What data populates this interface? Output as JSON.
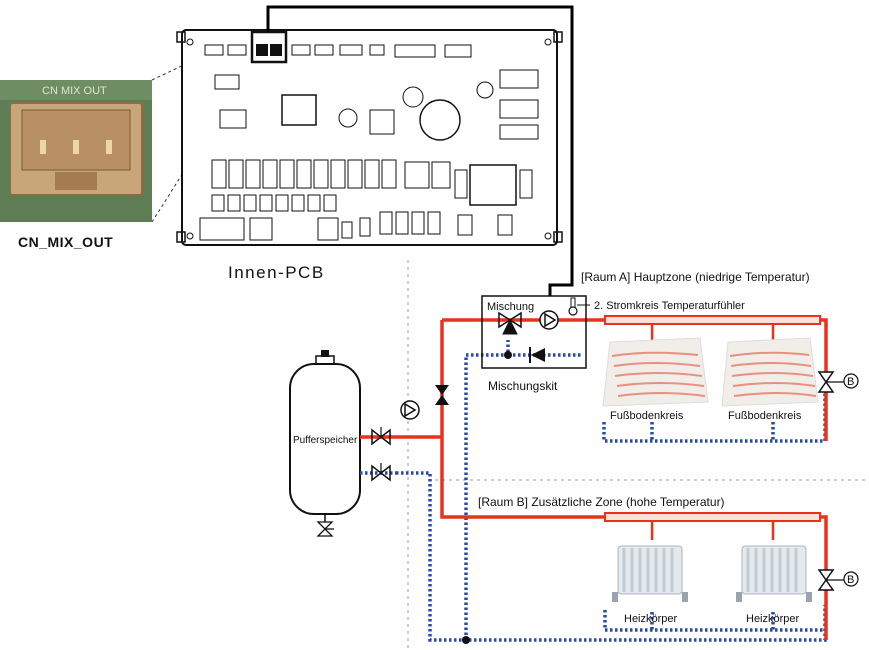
{
  "connector": {
    "photo_label": "CN MIX OUT",
    "caption": "CN_MIX_OUT"
  },
  "pcb": {
    "label": "Innen-PCB"
  },
  "zone_a": {
    "title": "[Raum A] Hauptzone (niedrige Temperatur)",
    "sensor_label": "2. Stromkreis Temperaturfühler",
    "mixing_label": "Mischung",
    "kit_label": "Mischungskit",
    "floor_loops": [
      "Fußbodenkreis",
      "Fußbodenkreis"
    ],
    "valve_symbol": "B"
  },
  "zone_b": {
    "title": "[Raum B] Zusätzliche Zone (hohe Temperatur)",
    "radiators": [
      "Heizkörper",
      "Heizkörper"
    ],
    "valve_symbol": "B"
  },
  "buffer": {
    "label": "Pufferspeicher"
  },
  "colors": {
    "supply": "#e8321e",
    "return": "#2a4aa8",
    "wire": "#000000",
    "floor_bg": "#f1ede8",
    "floor_pipe": "#e9907f",
    "radiator": "#c9d2da"
  }
}
